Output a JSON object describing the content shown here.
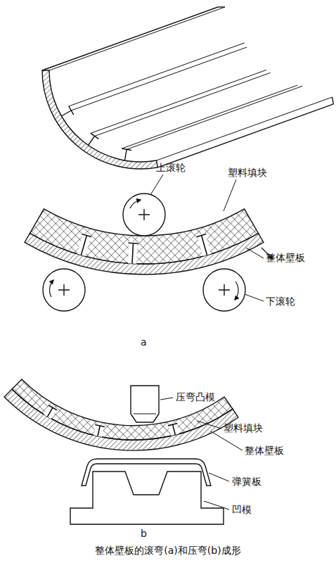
{
  "diagram": {
    "caption": "整体壁板的滚弯(a)和压弯(b)成形",
    "labels": [
      "上滚轮",
      "塑料填块",
      "整体壁板",
      "下滚轮",
      "a",
      "压弯凸模",
      "塑料填块",
      "整体壁板",
      "弹簧板",
      "凹模",
      "b"
    ]
  }
}
